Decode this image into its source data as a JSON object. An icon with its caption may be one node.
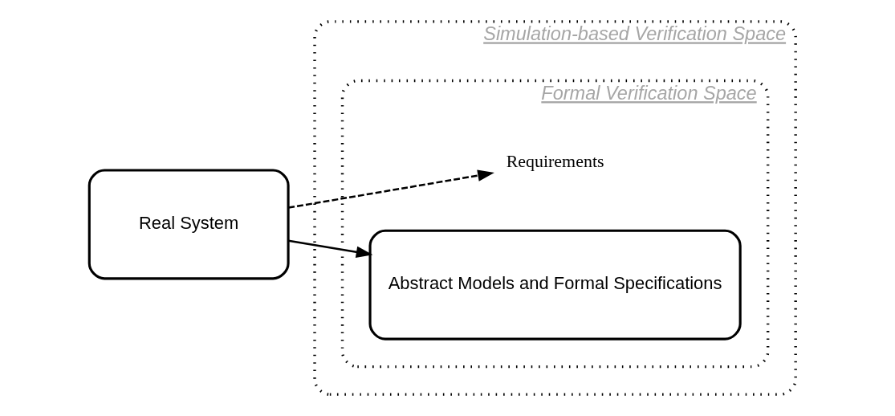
{
  "diagram": {
    "nodes": [
      {
        "text": [
          "Real System"
        ]
      },
      {
        "text": [
          "Simulation-based Verification Space"
        ]
      },
      {
        "text": [
          "Formal Verification Space"
        ],
        "in": 1
      },
      {
        "text": [
          "Requirements"
        ],
        "in": 2
      },
      {
        "text": [
          "Abstract Models and Formal Specifications"
        ],
        "in": 2
      }
    ],
    "edges": [
      {
        "from": 0,
        "to": 3,
        "arrow": "to",
        "style": "dashed"
      },
      {
        "from": 0,
        "to": 4,
        "arrow": "to"
      }
    ]
  }
}
